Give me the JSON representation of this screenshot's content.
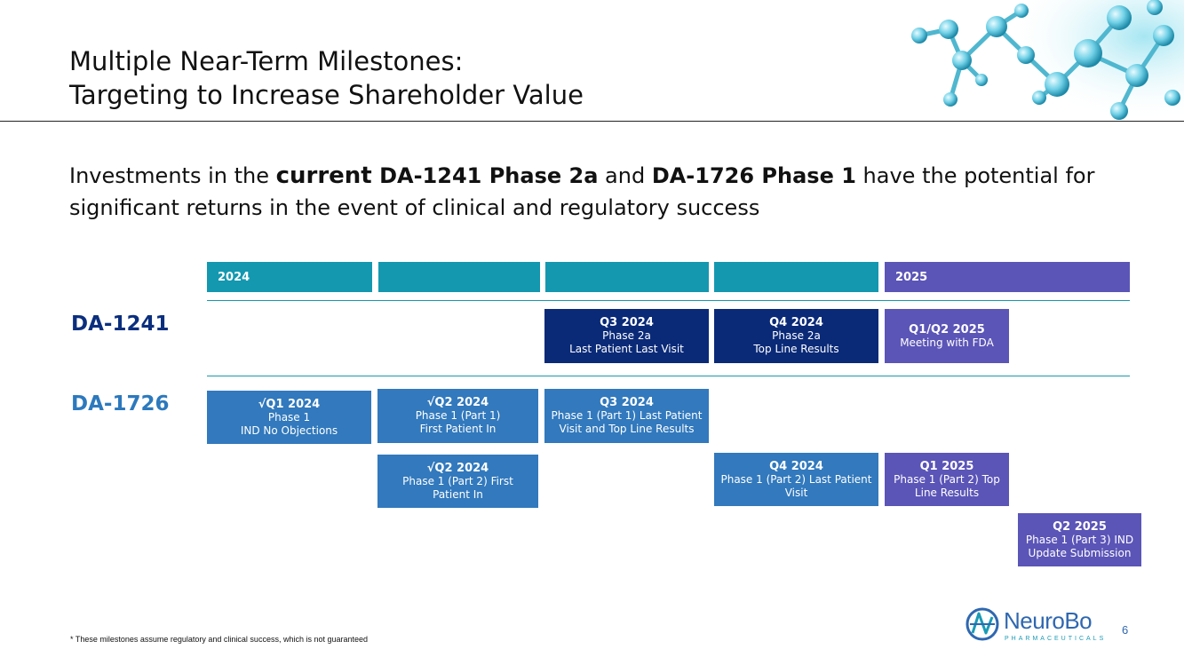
{
  "title": {
    "line1": "Multiple Near-Term Milestones:",
    "line2": "Targeting to Increase Shareholder Value"
  },
  "intro": {
    "part1": "Investments in the ",
    "part2": "current",
    "part3": " DA-1241 Phase 2a",
    "part4": " and ",
    "part5": "DA-1726 Phase 1",
    "part6": " have the potential for significant returns in the event of clinical and regulatory success"
  },
  "timeline": {
    "year_2024": "2024",
    "year_2025": "2025"
  },
  "drugs": {
    "da1241": "DA-1241",
    "da1726": "DA-1726"
  },
  "milestones": {
    "da1241_q3": {
      "heading": "Q3 2024",
      "line1": "Phase 2a",
      "line2": "Last Patient Last Visit"
    },
    "da1241_q4": {
      "heading": "Q4 2024",
      "line1": "Phase 2a",
      "line2": "Top Line Results"
    },
    "da1241_q12": {
      "heading": "Q1/Q2 2025",
      "line1": "Meeting with FDA"
    },
    "da1726_q1": {
      "heading": "√Q1 2024",
      "line1": "Phase 1",
      "line2": "IND No Objections"
    },
    "da1726_q2a": {
      "heading": "√Q2 2024",
      "line1": "Phase 1 (Part 1)",
      "line2": "First Patient In"
    },
    "da1726_q3": {
      "heading": "Q3 2024",
      "line1": "Phase 1 (Part 1) Last Patient",
      "line2": "Visit and Top Line Results"
    },
    "da1726_q2b": {
      "heading": "√Q2 2024",
      "line1": "Phase 1 (Part 2) First",
      "line2": "Patient In"
    },
    "da1726_q4": {
      "heading": "Q4 2024",
      "line1": "Phase 1 (Part 2) Last Patient",
      "line2": "Visit"
    },
    "da1726_q1_2025": {
      "heading": "Q1 2025",
      "line1": "Phase 1 (Part 2) Top",
      "line2": "Line Results"
    },
    "da1726_q2_2025": {
      "heading": "Q2 2025",
      "line1": "Phase 1 (Part 3) IND",
      "line2": "Update Submission"
    }
  },
  "footnote": "* These milestones assume regulatory and clinical success, which is not guaranteed",
  "logo": {
    "name": "NeuroBo",
    "sub": "PHARMACEUTICALS"
  },
  "page_number": "6",
  "colors": {
    "teal": "#1498b0",
    "purple": "#5b55b7",
    "navy": "#0a2a78",
    "mid_blue": "#3279bd",
    "drug1": "#0b2f7e",
    "drug2": "#2c79bd"
  }
}
